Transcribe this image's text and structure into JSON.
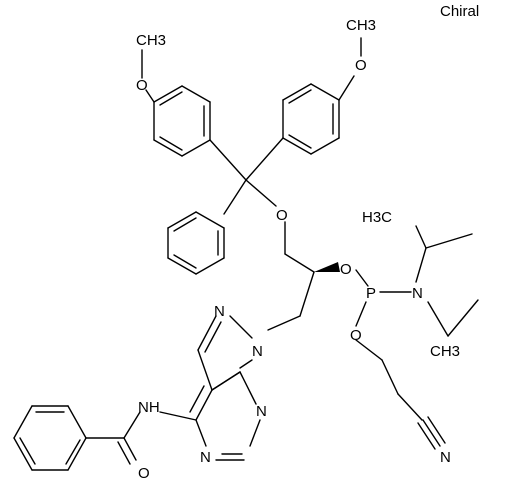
{
  "label": "Chiral",
  "atoms": {
    "o_methoxy_left": "O",
    "ch3_left": "CH3",
    "o_methoxy_right": "O",
    "ch3_right": "CH3",
    "o_ether": "O",
    "o_phosphite_upper": "O",
    "p": "P",
    "n_amine": "N",
    "h3c_iso_upper": "H3C",
    "ch3_iso_lower": "CH3",
    "o_phosphite_lower": "O",
    "n_nitrile": "N",
    "n9": "N",
    "n7": "N",
    "n3": "N",
    "n1": "N",
    "nh": "NH",
    "o_amide": "O"
  }
}
